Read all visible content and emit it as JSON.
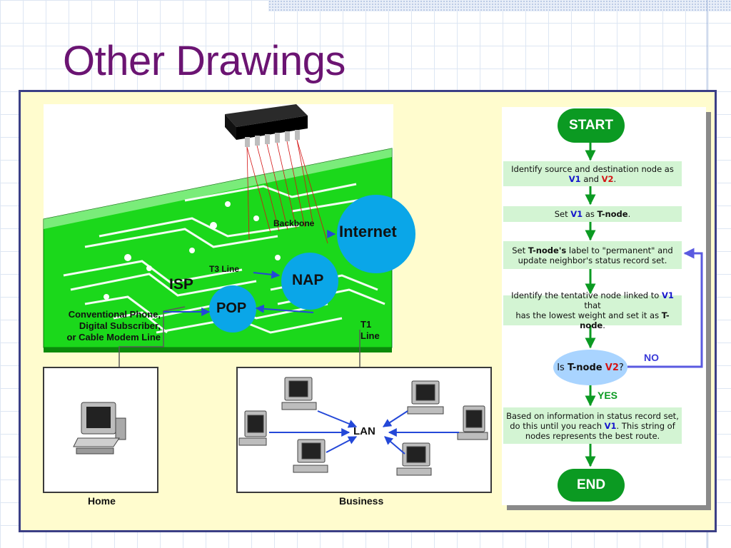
{
  "slide": {
    "title": "Other Drawings"
  },
  "network_diagram": {
    "nodes": {
      "internet": "Internet",
      "nap": "NAP",
      "pop": "POP",
      "isp": "ISP",
      "lan": "LAN"
    },
    "links": {
      "backbone": "Backbone",
      "t3": "T3 Line",
      "t1_line1": "T1",
      "t1_line2": "Line",
      "phone_line1": "Conventional Phone,",
      "phone_line2": "Digital Subscriber,",
      "phone_line3": "or Cable Modem Line"
    },
    "boxes": {
      "home": "Home",
      "business": "Business"
    },
    "colors": {
      "board": "#1bd81b",
      "bubble": "#0aa6e8"
    }
  },
  "flowchart": {
    "start": "START",
    "end": "END",
    "yes": "YES",
    "no": "NO",
    "colors": {
      "terminal": "#0b9a22",
      "step": "#d3f4d3",
      "decision": "#a9d4ff",
      "feedback_arrow": "#5a5ae0"
    },
    "step1": {
      "a": "Identify source and destination node as",
      "v1": "V1",
      "and": " and ",
      "v2": "V2",
      "end": "."
    },
    "step2": {
      "a": "Set ",
      "v1": "V1",
      "as": " as ",
      "tnode": "T-node",
      "end": "."
    },
    "step3": {
      "a": "Set ",
      "tnode": "T-node's",
      "b": " label to \"permanent\" and",
      "c": "update neighbor's status record set."
    },
    "step4": {
      "a": "Identify the tentative node linked to ",
      "v1": "V1",
      "b": " that",
      "c": "has the lowest weight and set it as ",
      "tnode": "T-node",
      "end": "."
    },
    "decision": {
      "a": "Is ",
      "tnode": "T-node",
      "sp": " ",
      "v2": "V2",
      "q": "?"
    },
    "step5": {
      "a": "Based on information in status record set,",
      "b": "do this until you reach ",
      "v1": "V1",
      "c": ". This string of",
      "d": "nodes represents the best route."
    }
  }
}
